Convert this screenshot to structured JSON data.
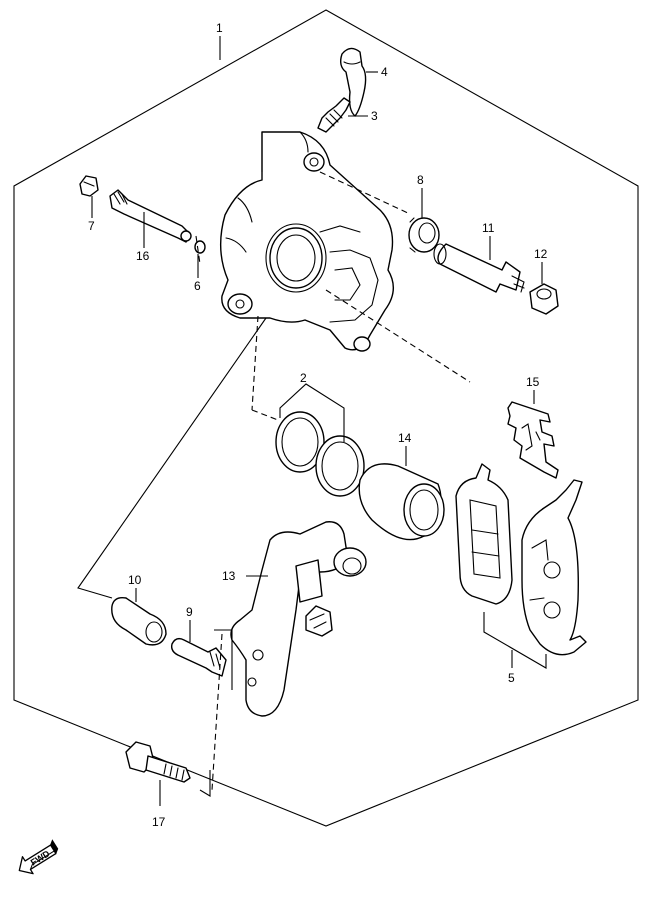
{
  "callouts": {
    "c1": "1",
    "c2": "2",
    "c3": "3",
    "c4": "4",
    "c5": "5",
    "c6": "6",
    "c7": "7",
    "c8": "8",
    "c9": "9",
    "c10": "10",
    "c11": "11",
    "c12": "12",
    "c13": "13",
    "c14": "14",
    "c15": "15",
    "c16": "16",
    "c17": "17"
  },
  "direction_badge": {
    "label": "FWD",
    "icon": "forward-arrow-icon"
  },
  "colors": {
    "line": "#000000",
    "background": "#ffffff"
  }
}
